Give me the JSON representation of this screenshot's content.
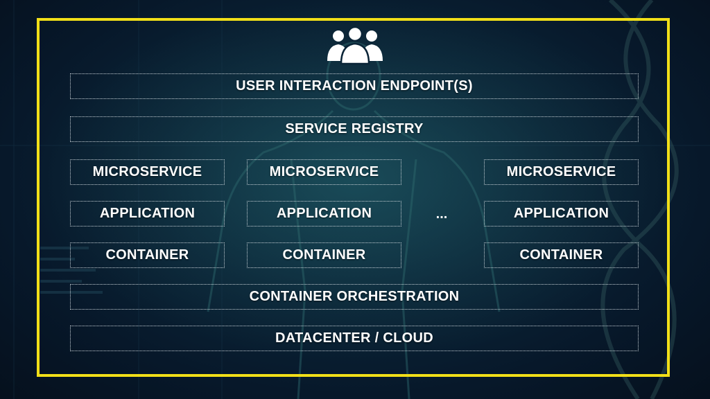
{
  "icon": "users-group-icon",
  "colors": {
    "frame": "#f1df18",
    "background": "#07182a",
    "text": "#ffffff",
    "border": "#c7d0d6"
  },
  "layers": {
    "endpoint": "USER INTERACTION ENDPOINT(S)",
    "registry": "SERVICE REGISTRY",
    "orchestration": "CONTAINER ORCHESTRATION",
    "infrastructure": "DATACENTER / CLOUD"
  },
  "columns": [
    {
      "microservice": "MICROSERVICE",
      "application": "APPLICATION",
      "container": "CONTAINER"
    },
    {
      "microservice": "MICROSERVICE",
      "application": "APPLICATION",
      "container": "CONTAINER"
    },
    {
      "microservice": "MICROSERVICE",
      "application": "APPLICATION",
      "container": "CONTAINER"
    }
  ],
  "ellipsis": "..."
}
